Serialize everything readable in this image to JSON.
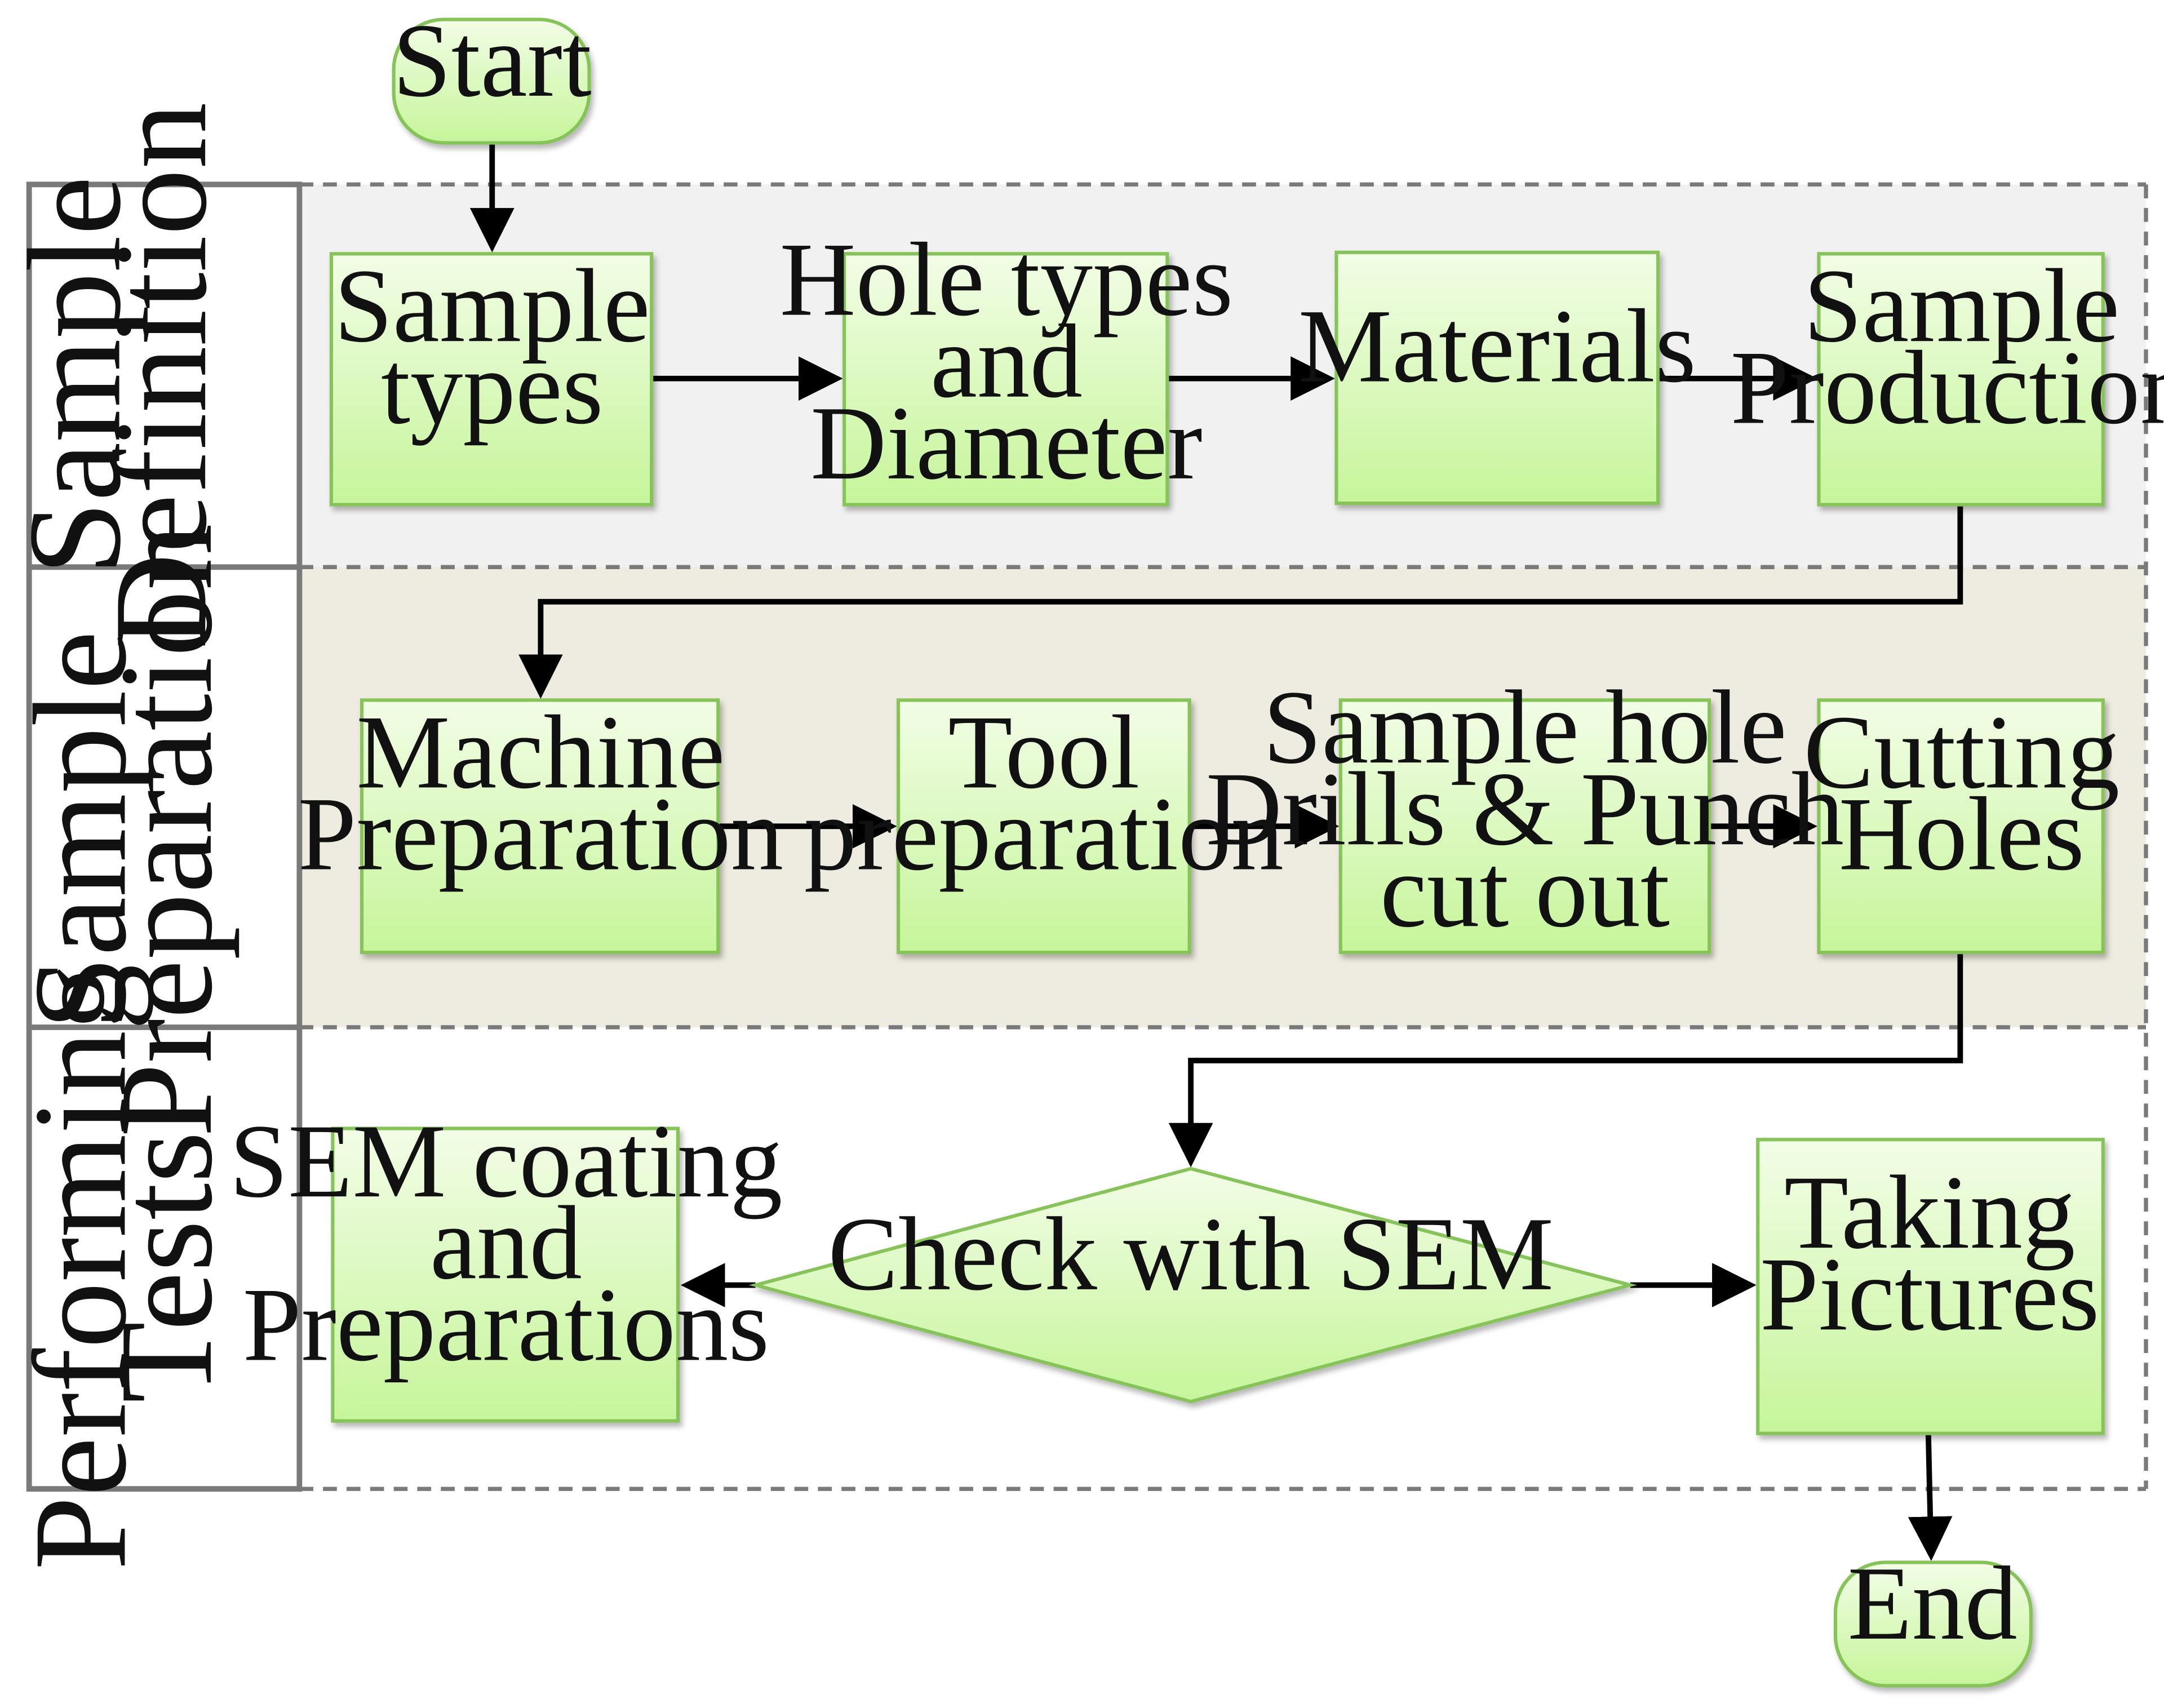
{
  "lanes": [
    {
      "id": "definition",
      "label_lines": [
        "Sample",
        "Definition"
      ]
    },
    {
      "id": "preparation",
      "label_lines": [
        "Sample",
        "Preparation"
      ]
    },
    {
      "id": "tests",
      "label_lines": [
        "Performing",
        "Tests"
      ]
    }
  ],
  "nodes": {
    "start": {
      "lines": [
        "Start"
      ]
    },
    "sample_types": {
      "lines": [
        "Sample",
        "types"
      ]
    },
    "hole_types": {
      "lines": [
        "Hole types",
        "and",
        "Diameter"
      ]
    },
    "materials": {
      "lines": [
        "Materials"
      ]
    },
    "sample_production": {
      "lines": [
        "Sample",
        "Production"
      ]
    },
    "machine_preparation": {
      "lines": [
        "Machine",
        "Preparation"
      ]
    },
    "tool_preparation": {
      "lines": [
        "Tool",
        "preparation"
      ]
    },
    "drills_punch": {
      "lines": [
        "Sample hole",
        "Drills & Punch",
        "cut out"
      ]
    },
    "cutting_holes": {
      "lines": [
        "Cutting",
        "Holes"
      ]
    },
    "sem_coating": {
      "lines": [
        "SEM coating",
        "and",
        "Preparations"
      ]
    },
    "check_sem": {
      "lines": [
        "Check with SEM"
      ]
    },
    "taking_pictures": {
      "lines": [
        "Taking",
        "Pictures"
      ]
    },
    "end": {
      "lines": [
        "End"
      ]
    }
  },
  "colors": {
    "node_fill_top": "#f2fde6",
    "node_fill_bottom": "#c6f59a",
    "node_stroke": "#86c45a",
    "lane1_bg": "#f1f1f1",
    "lane2_bg": "#eeebe1",
    "lane3_bg": "#ffffff",
    "lane_border": "#7a7a7a",
    "arrow": "#000000"
  }
}
